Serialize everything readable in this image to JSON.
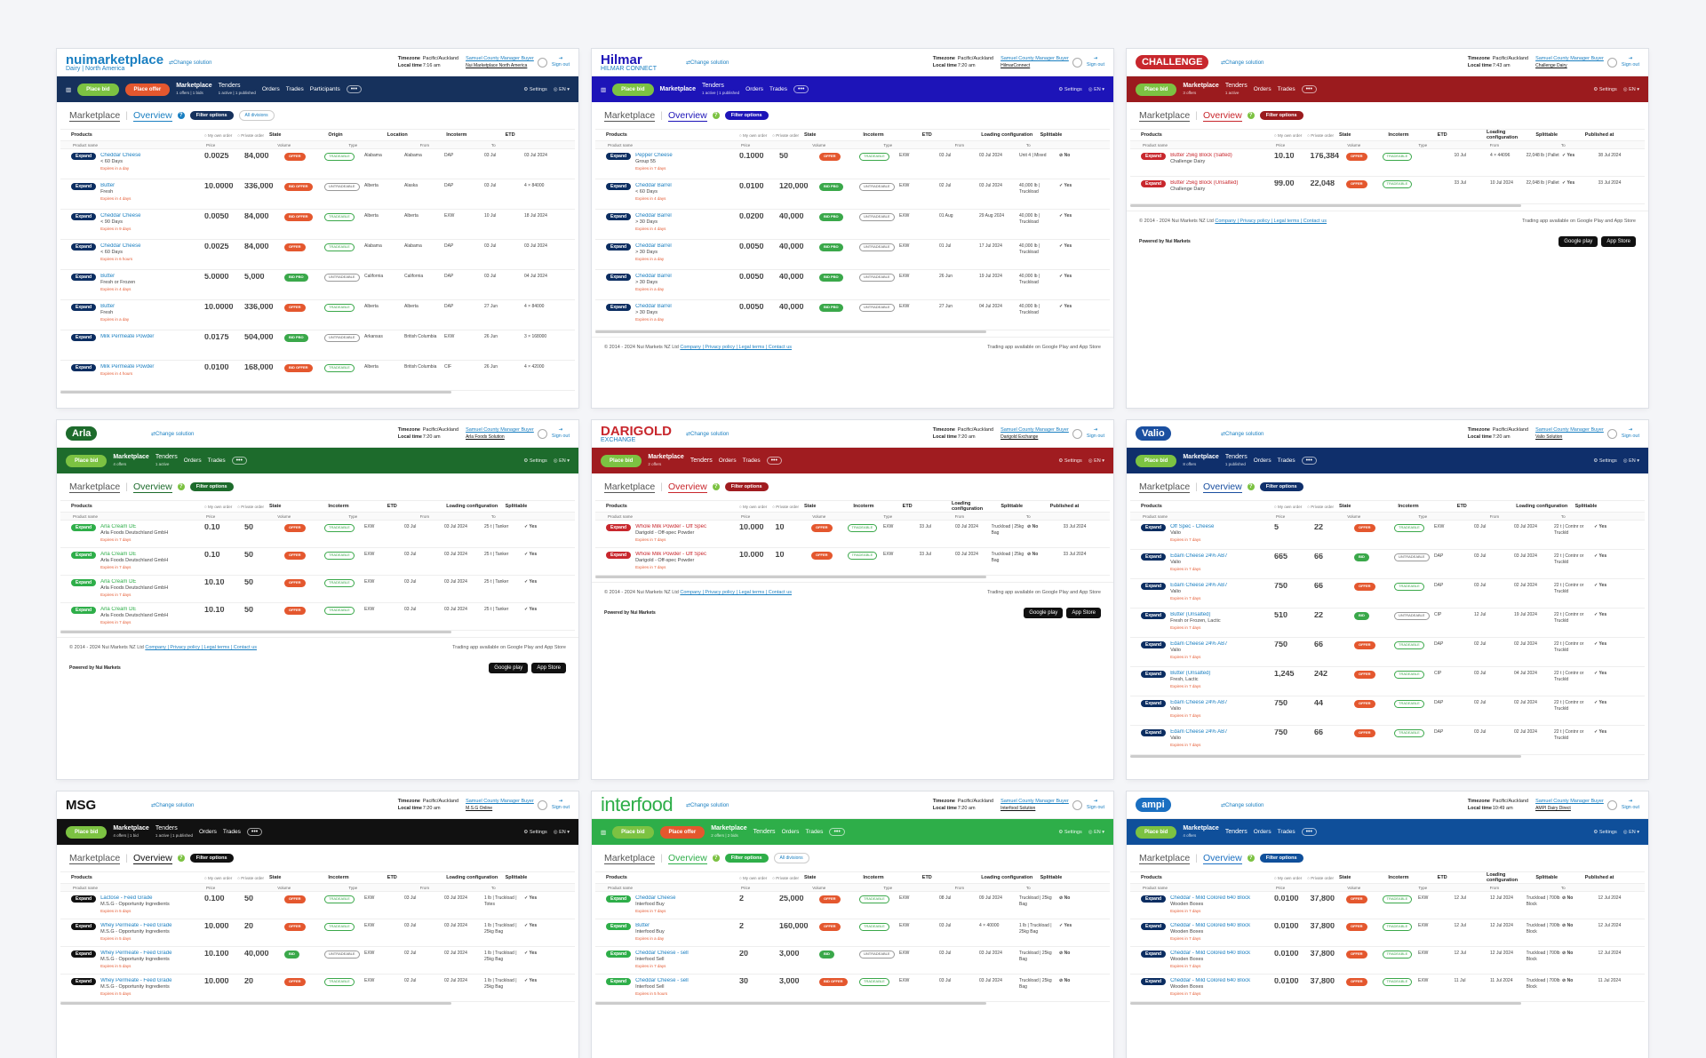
{
  "common": {
    "timezone_label": "Timezone",
    "timezone": "Pacific/Auckland",
    "localtime_label": "Local time",
    "buyer": "Samuel County Manager Buyer",
    "signout": "Sign out",
    "change": "Change solution",
    "place_bid": "Place bid",
    "place_offer": "Place offer",
    "marketplace": "Marketplace",
    "tenders": "Tenders",
    "orders": "Orders",
    "trades": "Trades",
    "participants": "Participants",
    "settings": "Settings",
    "lang": "EN",
    "overview": "Overview",
    "filter": "Filter options",
    "all_divisions": "All divisions",
    "products": "Products",
    "my_own": "My own order",
    "private": "Private order",
    "state": "State",
    "origin": "Origin",
    "location": "Location",
    "incoterm": "Incoterm",
    "etd": "ETD",
    "loading": "Loading configuration",
    "splittable": "Splittable",
    "published": "Published at",
    "product_name": "Product name",
    "price": "Price",
    "volume": "Volume",
    "type": "Type",
    "from": "From",
    "to": "To",
    "expand": "Expand",
    "yes": "✓ Yes",
    "no": "⊘ No",
    "copyright": "© 2014 - 2024 Nui Markets NZ Ltd",
    "links": "Company | Privacy policy | Legal terms | Contact us",
    "app": "Trading app available on Google Play and App Store",
    "powered": "Powered by Nui Markets",
    "google": "Google play",
    "appstore": "App Store"
  },
  "panels": [
    {
      "logo": "nuimarketplace",
      "logo_sub": "Dairy | North America",
      "buyer_sub": "Nui Marketplace North America",
      "time": "7:16 am",
      "bar": "#16315c",
      "accent": "#1a7fc1",
      "mk_sub": "1 offers | 1 bids",
      "tn_sub": "1 active | 1 published",
      "offer": true,
      "participants": true,
      "divisions": true,
      "rows": [
        {
          "p": "Cheddar Cheese",
          "s": "< 60 Days",
          "e": "Expires in a day",
          "pr": "0.0025",
          "v": "84,000",
          "t": "OFFER",
          "st": "TRADEABLE",
          "o": "Alabama",
          "l": "Alabama",
          "i": "DAP",
          "f": "03 Jul",
          "to": "03 Jul 2024"
        },
        {
          "p": "Butter",
          "s": "Fresh",
          "e": "Expires in 4 days",
          "pr": "10.0000",
          "v": "336,000",
          "t": "BID OFFER",
          "st": "UNTRADEABLE",
          "o": "Alberta",
          "l": "Alaska",
          "i": "DAP",
          "f": "03 Jul",
          "to": "4 × 84000"
        },
        {
          "p": "Cheddar Cheese",
          "s": "< 90 Days",
          "e": "Expires in 9 days",
          "pr": "0.0050",
          "v": "84,000",
          "t": "BID OFFER",
          "st": "TRADEABLE",
          "o": "Alberta",
          "l": "Alberta",
          "i": "EXW",
          "f": "10 Jul",
          "to": "18 Jul 2024"
        },
        {
          "p": "Cheddar Cheese",
          "s": "< 60 Days",
          "e": "Expires in 6 hours",
          "pr": "0.0025",
          "v": "84,000",
          "t": "OFFER",
          "st": "TRADEABLE",
          "o": "Alabama",
          "l": "Alabama",
          "i": "DAP",
          "f": "03 Jul",
          "to": "03 Jul 2024"
        },
        {
          "p": "Butter",
          "s": "Fresh or Frozen",
          "e": "Expires in 4 days",
          "pr": "5.0000",
          "v": "5,000",
          "t": "BID PBO",
          "st": "UNTRADEABLE",
          "o": "California",
          "l": "California",
          "i": "DAP",
          "f": "03 Jul",
          "to": "04 Jul 2024"
        },
        {
          "p": "Butter",
          "s": "Fresh",
          "e": "Expires in a day",
          "pr": "10.0000",
          "v": "336,000",
          "t": "OFFER",
          "st": "TRADEABLE",
          "o": "Alberta",
          "l": "Alberta",
          "i": "DAP",
          "f": "27 Jun",
          "to": "4 × 84000"
        },
        {
          "p": "Milk Permeate Powder",
          "s": "",
          "e": "",
          "pr": "0.0175",
          "v": "504,000",
          "t": "BID PBO",
          "st": "UNTRADEABLE",
          "o": "Arkansas",
          "l": "British Columbia",
          "i": "EXW",
          "f": "26 Jun",
          "to": "3 × 168000"
        },
        {
          "p": "Milk Permeate Powder",
          "s": "",
          "e": "Expires in 4 hours",
          "pr": "0.0100",
          "v": "168,000",
          "t": "BID OFFER",
          "st": "TRADEABLE",
          "o": "Alberta",
          "l": "British Columbia",
          "i": "CIF",
          "f": "26 Jun",
          "to": "4 × 42000"
        }
      ]
    },
    {
      "logo": "Hilmar",
      "logo_sub": "HILMAR CONNECT",
      "buyer_sub": "HilmarConnect",
      "time": "7:20 am",
      "bar": "#1d14b8",
      "accent": "#1d14b8",
      "mk_sub": "",
      "tn_sub": "1 active | 1 published",
      "rows": [
        {
          "p": "Pepper Cheese",
          "s": "Group 55",
          "e": "Expires in 7 days",
          "pr": "0.1000",
          "v": "50",
          "t": "OFFER",
          "st": "TRADEABLE",
          "i": "EXW",
          "f": "03 Jul",
          "to": "03 Jul 2024",
          "lc": "Unit 4 | Mixed",
          "sp": "no"
        },
        {
          "p": "Cheddar Barrel",
          "s": "< 60 Days",
          "e": "Expires in 4 days",
          "pr": "0.0100",
          "v": "120,000",
          "t": "BID PBO",
          "st": "UNTRADEABLE",
          "i": "EXW",
          "f": "02 Jul",
          "to": "03 Jul 2024",
          "lc": "40,000 lb | Truckload",
          "sp": "yes"
        },
        {
          "p": "Cheddar Barrel",
          "s": "> 30 Days",
          "e": "Expires in 4 days",
          "pr": "0.0200",
          "v": "40,000",
          "t": "BID PBO",
          "st": "UNTRADEABLE",
          "i": "EXW",
          "f": "01 Aug",
          "to": "29 Aug 2024",
          "lc": "40,000 lb | Truckload",
          "sp": "yes"
        },
        {
          "p": "Cheddar Barrel",
          "s": "> 30 Days",
          "e": "Expires in a day",
          "pr": "0.0050",
          "v": "40,000",
          "t": "BID PBO",
          "st": "UNTRADEABLE",
          "i": "EXW",
          "f": "01 Jul",
          "to": "17 Jul 2024",
          "lc": "40,000 lb | Truckload",
          "sp": "yes"
        },
        {
          "p": "Cheddar Barrel",
          "s": "> 30 Days",
          "e": "Expires in a day",
          "pr": "0.0050",
          "v": "40,000",
          "t": "BID PBO",
          "st": "UNTRADEABLE",
          "i": "EXW",
          "f": "26 Jun",
          "to": "19 Jul 2024",
          "lc": "40,000 lb | Truckload",
          "sp": "yes"
        },
        {
          "p": "Cheddar Barrel",
          "s": "> 30 Days",
          "e": "Expires in a day",
          "pr": "0.0050",
          "v": "40,000",
          "t": "BID PBO",
          "st": "UNTRADEABLE",
          "i": "EXW",
          "f": "27 Jun",
          "to": "04 Jul 2024",
          "lc": "40,000 lb | Truckload",
          "sp": "yes"
        }
      ]
    },
    {
      "logo": "CHALLENGE",
      "logo_sub": "",
      "buyer_sub": "Challenge Dairy",
      "time": "7:43 am",
      "bar": "#9b1b1e",
      "accent": "#c8272d",
      "mk_sub": "3 offers",
      "tn_sub": "1 active",
      "published": true,
      "rows": [
        {
          "p": "Butter 25kg Block (Salted)",
          "s": "Challenge Dairy",
          "e": "",
          "pr": "10.10",
          "v": "176,384",
          "t": "OFFER",
          "st": "TRADEABLE",
          "i": "",
          "f": "10 Jul",
          "to": "4 × 44096",
          "lc": "22,048 lb | Pallet",
          "sp": "yes",
          "pub": "08 Jul 2024"
        },
        {
          "p": "Butter 25kg Block (Unsalted)",
          "s": "Challenge Dairy",
          "e": "",
          "pr": "99.00",
          "v": "22,048",
          "t": "OFFER",
          "st": "TRADEABLE",
          "i": "",
          "f": "03 Jul",
          "to": "10 Jul 2024",
          "lc": "22,048 lb | Pallet",
          "sp": "yes",
          "pub": "03 Jul 2024"
        }
      ],
      "footer": true
    },
    {
      "logo": "Arla",
      "logo_sub": "",
      "buyer_sub": "Arla Foods Solution",
      "time": "7:20 am",
      "bar": "#1d6b2c",
      "accent": "#1d6b2c",
      "mk_sub": "4 offers",
      "tn_sub": "1 active",
      "rows": [
        {
          "p": "Arla Cream DE",
          "s": "Arla Foods Deutschland GmbH",
          "e": "Expires in 7 days",
          "pr": "0.10",
          "v": "50",
          "t": "OFFER",
          "st": "TRADEABLE",
          "i": "EXW",
          "f": "03 Jul",
          "to": "03 Jul 2024",
          "lc": "25 t | Tanker",
          "sp": "yes"
        },
        {
          "p": "Arla Cream DE",
          "s": "Arla Foods Deutschland GmbH",
          "e": "Expires in 7 days",
          "pr": "0.10",
          "v": "50",
          "t": "OFFER",
          "st": "TRADEABLE",
          "i": "EXW",
          "f": "03 Jul",
          "to": "03 Jul 2024",
          "lc": "25 t | Tanker",
          "sp": "yes"
        },
        {
          "p": "Arla Cream DE",
          "s": "Arla Foods Deutschland GmbH",
          "e": "Expires in 7 days",
          "pr": "10.10",
          "v": "50",
          "t": "OFFER",
          "st": "TRADEABLE",
          "i": "EXW",
          "f": "03 Jul",
          "to": "03 Jul 2024",
          "lc": "25 t | Tanker",
          "sp": "yes"
        },
        {
          "p": "Arla Cream DE",
          "s": "Arla Foods Deutschland GmbH",
          "e": "Expires in 7 days",
          "pr": "10.10",
          "v": "50",
          "t": "OFFER",
          "st": "TRADEABLE",
          "i": "EXW",
          "f": "03 Jul",
          "to": "03 Jul 2024",
          "lc": "25 t | Tanker",
          "sp": "yes"
        }
      ],
      "footer": true
    },
    {
      "logo": "DARIGOLD",
      "logo_sub": "EXCHANGE",
      "buyer_sub": "Darigold Exchange",
      "time": "7:20 am",
      "bar": "#a01c20",
      "accent": "#c8272d",
      "mk_sub": "2 offers",
      "tn_sub": "",
      "published": true,
      "rows": [
        {
          "p": "Whole Milk Powder - Off Spec",
          "s": "Darigold - Off-spec Powder",
          "e": "Expires in 7 days",
          "pr": "10.000",
          "v": "10",
          "t": "OFFER",
          "st": "TRADEABLE",
          "i": "EXW",
          "f": "03 Jul",
          "to": "03 Jul 2024",
          "lc": "Truckload | 25kg Bag",
          "sp": "no",
          "pub": "03 Jul 2024"
        },
        {
          "p": "Whole Milk Powder - Off Spec",
          "s": "Darigold - Off-spec Powder",
          "e": "Expires in 7 days",
          "pr": "10.000",
          "v": "10",
          "t": "OFFER",
          "st": "TRADEABLE",
          "i": "EXW",
          "f": "03 Jul",
          "to": "03 Jul 2024",
          "lc": "Truckload | 25kg Bag",
          "sp": "no",
          "pub": "03 Jul 2024"
        }
      ],
      "footer": true
    },
    {
      "logo": "Valio",
      "logo_sub": "",
      "buyer_sub": "Valio Solution",
      "time": "7:20 am",
      "bar": "#0f2f6b",
      "accent": "#1a4fa0",
      "mk_sub": "8 offers",
      "tn_sub": "1 published",
      "rows": [
        {
          "p": "Off Spec - Cheese",
          "s": "Valio",
          "e": "Expires in 7 days",
          "pr": "5",
          "v": "22",
          "t": "OFFER",
          "st": "TRADEABLE",
          "i": "EXW",
          "f": "03 Jul",
          "to": "03 Jul 2024",
          "lc": "22 t | Contnr or Truckld",
          "sp": "yes"
        },
        {
          "p": "Edam Cheese 24% AB7",
          "s": "Valio",
          "e": "Expires in 7 days",
          "pr": "665",
          "v": "66",
          "t": "BID",
          "st": "UNTRADEABLE",
          "i": "DAP",
          "f": "03 Jul",
          "to": "03 Jul 2024",
          "lc": "22 t | Contnr or Truckld",
          "sp": "yes"
        },
        {
          "p": "Edam Cheese 24% AB7",
          "s": "Valio",
          "e": "Expires in 7 days",
          "pr": "750",
          "v": "66",
          "t": "OFFER",
          "st": "TRADEABLE",
          "i": "DAP",
          "f": "03 Jul",
          "to": "02 Jul 2024",
          "lc": "22 t | Contnr or Truckld",
          "sp": "yes"
        },
        {
          "p": "Butter (Unsalted)",
          "s": "Fresh or Frozen, Lactic",
          "e": "Expires in 7 days",
          "pr": "510",
          "v": "22",
          "t": "BID",
          "st": "UNTRADEABLE",
          "i": "CIP",
          "f": "12 Jul",
          "to": "19 Jul 2024",
          "lc": "22 t | Contnr or Truckld",
          "sp": "yes"
        },
        {
          "p": "Edam Cheese 24% AB7",
          "s": "Valio",
          "e": "Expires in 7 days",
          "pr": "750",
          "v": "66",
          "t": "OFFER",
          "st": "TRADEABLE",
          "i": "DAP",
          "f": "02 Jul",
          "to": "02 Jul 2024",
          "lc": "22 t | Contnr or Truckld",
          "sp": "yes"
        },
        {
          "p": "Butter (Unsalted)",
          "s": "Fresh, Lactic",
          "e": "Expires in 7 days",
          "pr": "1,245",
          "v": "242",
          "t": "OFFER",
          "st": "TRADEABLE",
          "i": "CIP",
          "f": "03 Jul",
          "to": "04 Jul 2024",
          "lc": "22 t | Contnr or Truckld",
          "sp": "yes"
        },
        {
          "p": "Edam Cheese 24% AB7",
          "s": "Valio",
          "e": "Expires in 7 days",
          "pr": "750",
          "v": "44",
          "t": "OFFER",
          "st": "TRADEABLE",
          "i": "DAP",
          "f": "02 Jul",
          "to": "02 Jul 2024",
          "lc": "22 t | Contnr or Truckld",
          "sp": "yes"
        },
        {
          "p": "Edam Cheese 24% AB7",
          "s": "Valio",
          "e": "Expires in 7 days",
          "pr": "750",
          "v": "66",
          "t": "OFFER",
          "st": "TRADEABLE",
          "i": "DAP",
          "f": "03 Jul",
          "to": "02 Jul 2024",
          "lc": "22 t | Contnr or Truckld",
          "sp": "yes"
        }
      ]
    },
    {
      "logo": "MSG",
      "logo_sub": "",
      "buyer_sub": "M.S.G Online",
      "time": "7:20 am",
      "bar": "#111111",
      "accent": "#111111",
      "mk_sub": "4 offers | 1 bid",
      "tn_sub": "1 active | 1 published",
      "rows": [
        {
          "p": "Lactose - Feed Grade",
          "s": "M.S.G - Opportunity Ingredients",
          "e": "Expires in 5 days",
          "pr": "0.100",
          "v": "50",
          "t": "OFFER",
          "st": "TRADEABLE",
          "i": "EXW",
          "f": "03 Jul",
          "to": "03 Jul 2024",
          "lc": "1 lb | Truckload | Totes",
          "sp": "yes"
        },
        {
          "p": "Whey Permeate - Feed Grade",
          "s": "M.S.G - Opportunity Ingredients",
          "e": "Expires in 5 days",
          "pr": "10.000",
          "v": "20",
          "t": "OFFER",
          "st": "TRADEABLE",
          "i": "EXW",
          "f": "03 Jul",
          "to": "03 Jul 2024",
          "lc": "1 lb | Truckload | 25kg Bag",
          "sp": "yes"
        },
        {
          "p": "Whey Permeate - Feed Grade",
          "s": "M.S.G - Opportunity Ingredients",
          "e": "Expires in 5 days",
          "pr": "10.100",
          "v": "40,000",
          "t": "BID",
          "st": "UNTRADEABLE",
          "i": "EXW",
          "f": "02 Jul",
          "to": "02 Jul 2024",
          "lc": "1 lb | Truckload | 25kg Bag",
          "sp": "yes"
        },
        {
          "p": "Whey Permeate - Feed Grade",
          "s": "M.S.G - Opportunity Ingredients",
          "e": "Expires in 5 days",
          "pr": "10.000",
          "v": "20",
          "t": "OFFER",
          "st": "TRADEABLE",
          "i": "EXW",
          "f": "02 Jul",
          "to": "02 Jul 2024",
          "lc": "1 lb | Truckload | 25kg Bag",
          "sp": "yes"
        }
      ]
    },
    {
      "logo": "interfood",
      "logo_sub": "",
      "buyer_sub": "Interfood Solution",
      "time": "7:20 am",
      "bar": "#2eae49",
      "accent": "#2eae49",
      "mk_sub": "2 offers | 2 bids",
      "tn_sub": "",
      "offer": true,
      "divisions": true,
      "rows": [
        {
          "p": "Cheddar Cheese",
          "s": "Interfood Buy",
          "e": "Expires in 7 days",
          "pr": "2",
          "v": "25,000",
          "t": "OFFER",
          "st": "TRADEABLE",
          "i": "EXW",
          "f": "08 Jul",
          "to": "09 Jul 2024",
          "lc": "Truckload | 25kg Bag",
          "sp": "no"
        },
        {
          "p": "Butter",
          "s": "Interfood Buy",
          "e": "Expires in a day",
          "pr": "2",
          "v": "160,000",
          "t": "OFFER",
          "st": "TRADEABLE",
          "i": "EXW",
          "f": "03 Jul",
          "to": "4 × 40000",
          "lc": "1 lb | Truckload | 25kg Bag",
          "sp": "yes"
        },
        {
          "p": "Cheddar Cheese - sell",
          "s": "Interfood Sell",
          "e": "Expires in 7 days",
          "pr": "20",
          "v": "3,000",
          "t": "BID",
          "st": "UNTRADEABLE",
          "i": "EXW",
          "f": "03 Jul",
          "to": "03 Jul 2024",
          "lc": "Truckload | 25kg Bag",
          "sp": "no"
        },
        {
          "p": "Cheddar Cheese - sell",
          "s": "Interfood Sell",
          "e": "Expires in 5 hours",
          "pr": "30",
          "v": "3,000",
          "t": "BID OFFER",
          "st": "TRADEABLE",
          "i": "EXW",
          "f": "03 Jul",
          "to": "03 Jul 2024",
          "lc": "Truckload | 25kg Bag",
          "sp": "no"
        }
      ]
    },
    {
      "logo": "ampi",
      "logo_sub": "",
      "buyer_sub": "AMPI Dairy Direct",
      "time": "10:49 am",
      "bar": "#0f4f9a",
      "accent": "#1a6fc1",
      "mk_sub": "4 offers",
      "tn_sub": "",
      "published": true,
      "rows": [
        {
          "p": "Cheddar - Mild Colored 640 Block",
          "s": "Wooden Boxes",
          "e": "Expires in 7 days",
          "pr": "0.0100",
          "v": "37,800",
          "t": "OFFER",
          "st": "TRADEABLE",
          "i": "EXW",
          "f": "12 Jul",
          "to": "12 Jul 2024",
          "lc": "Truckload | 700lb Block",
          "sp": "no",
          "pub": "12 Jul 2024"
        },
        {
          "p": "Cheddar - Mild Colored 640 Block",
          "s": "Wooden Boxes",
          "e": "Expires in 7 days",
          "pr": "0.0100",
          "v": "37,800",
          "t": "OFFER",
          "st": "TRADEABLE",
          "i": "EXW",
          "f": "12 Jul",
          "to": "12 Jul 2024",
          "lc": "Truckload | 700lb Block",
          "sp": "no",
          "pub": "12 Jul 2024"
        },
        {
          "p": "Cheddar - Mild Colored 640 Block",
          "s": "Wooden Boxes",
          "e": "Expires in 7 days",
          "pr": "0.0100",
          "v": "37,800",
          "t": "OFFER",
          "st": "TRADEABLE",
          "i": "EXW",
          "f": "12 Jul",
          "to": "12 Jul 2024",
          "lc": "Truckload | 700lb Block",
          "sp": "no",
          "pub": "12 Jul 2024"
        },
        {
          "p": "Cheddar - Mild Colored 640 Block",
          "s": "Wooden Boxes",
          "e": "Expires in 7 days",
          "pr": "0.0100",
          "v": "37,800",
          "t": "OFFER",
          "st": "TRADEABLE",
          "i": "EXW",
          "f": "11 Jul",
          "to": "11 Jul 2024",
          "lc": "Truckload | 700lb Block",
          "sp": "no",
          "pub": "11 Jul 2024"
        }
      ]
    }
  ]
}
